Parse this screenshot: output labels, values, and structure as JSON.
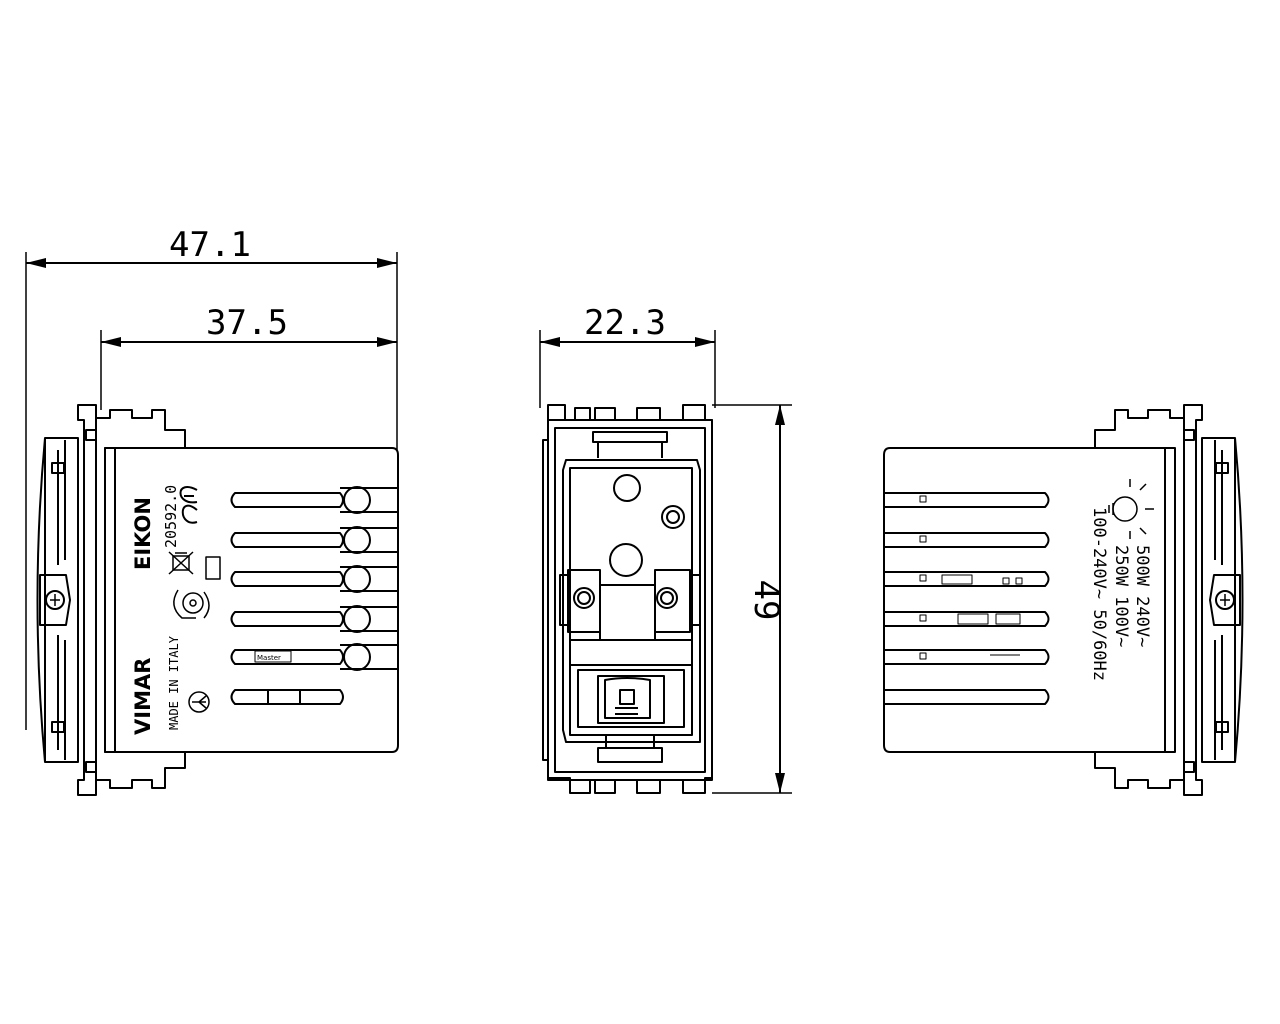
{
  "dimensions": {
    "overall_width": "47.1",
    "body_width": "37.5",
    "front_width": "22.3",
    "height": "49"
  },
  "left_view_markings": {
    "brand_series": "EIKON",
    "brand": "VIMAR",
    "article_code": "20592.0",
    "origin": "MADE IN ITALY",
    "conformity": "CE",
    "terminal_label": "Master"
  },
  "right_view_markings": {
    "spec_line_1": "500W 240V~",
    "spec_line_2": "250W 100V~",
    "spec_line_3": "100-240V~ 50/60Hz"
  },
  "icons": {
    "lamp": "lamp-icon",
    "weee": "crossed-bin-icon",
    "recycle": "recycle-icon",
    "ce": "ce-mark",
    "hexagon": "hexagon-symbol-icon"
  }
}
